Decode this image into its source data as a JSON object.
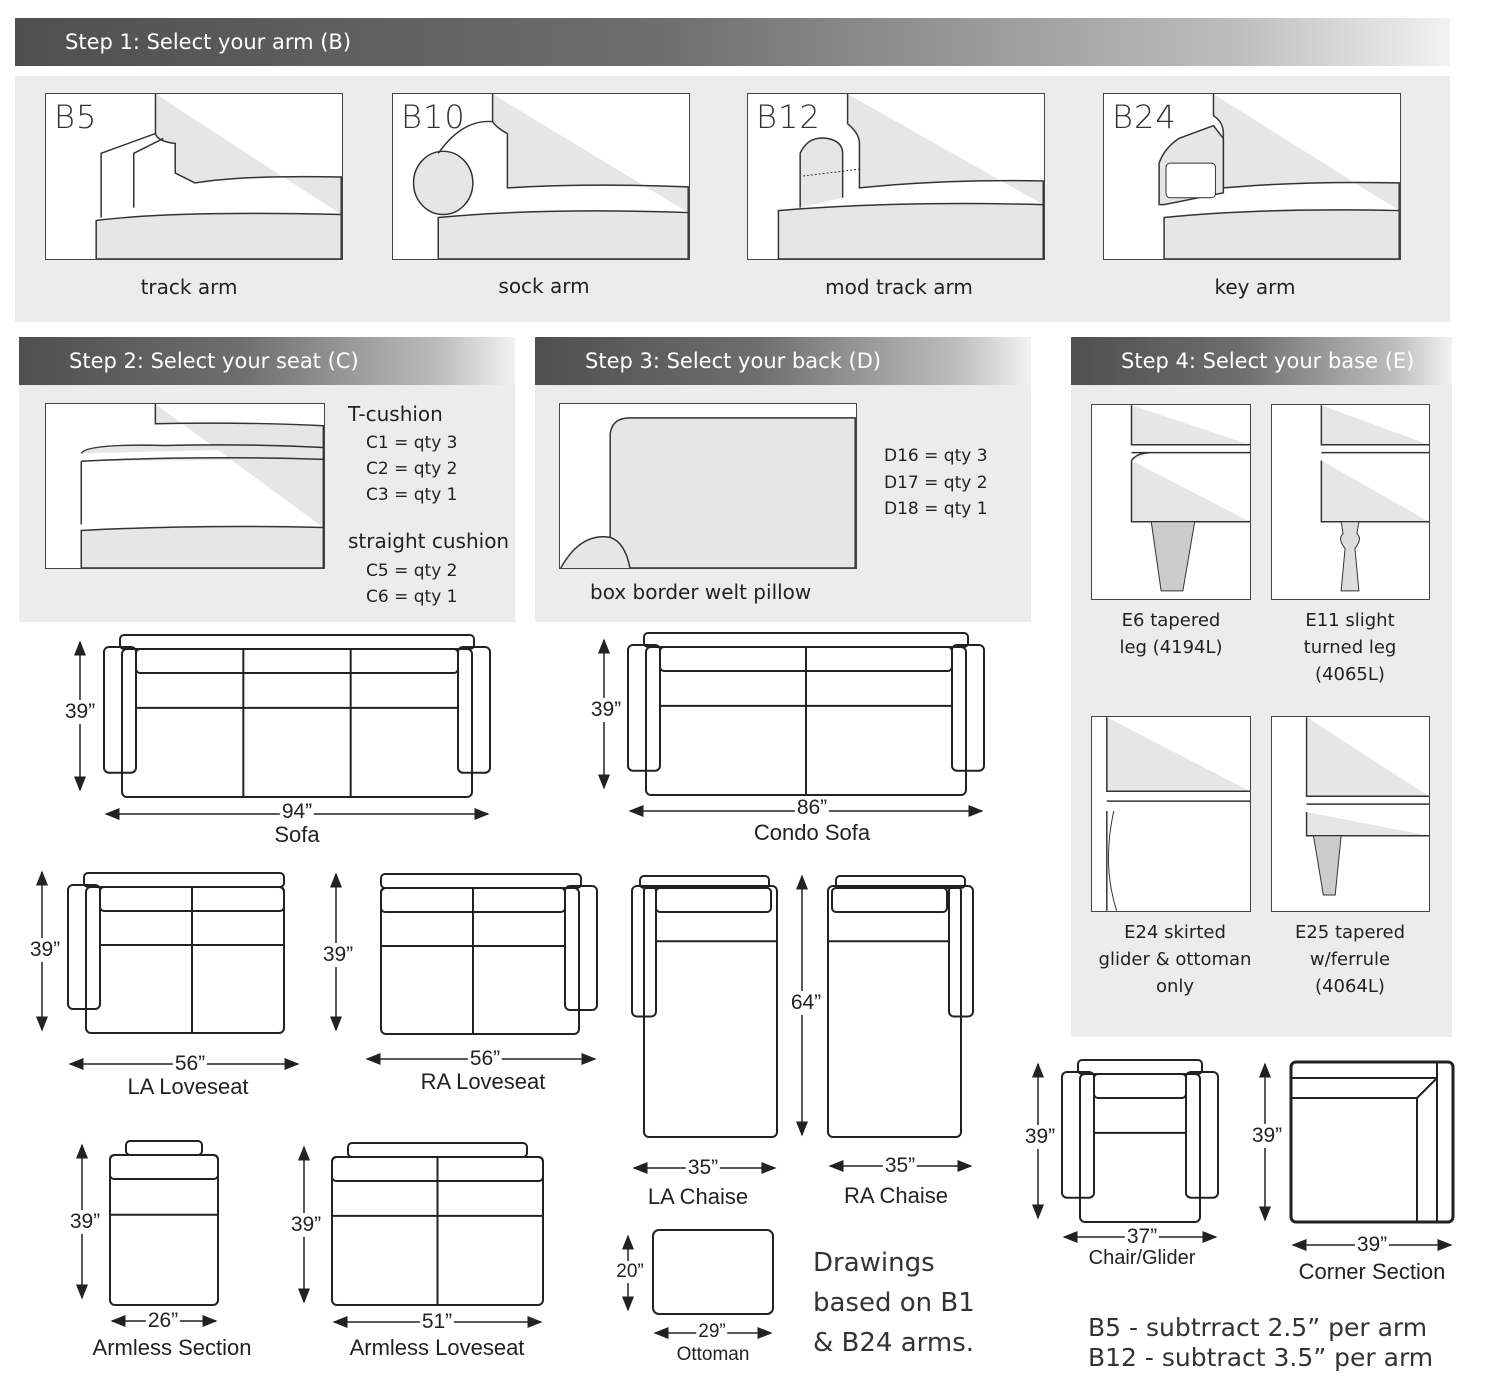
{
  "step1": {
    "title": "Step 1: Select your arm (B)",
    "arms": [
      {
        "code": "B5",
        "label": "track arm"
      },
      {
        "code": "B10",
        "label": "sock arm"
      },
      {
        "code": "B12",
        "label": "mod track arm"
      },
      {
        "code": "B24",
        "label": "key arm"
      }
    ]
  },
  "step2": {
    "title": "Step 2: Select your seat (C)",
    "t_cushion": "T-cushion",
    "t_options": [
      "C1 = qty 3",
      "C2 = qty 2",
      "C3 = qty 1"
    ],
    "straight_cushion": "straight cushion",
    "straight_options": [
      "C5 = qty 2",
      "C6 = qty 1"
    ]
  },
  "step3": {
    "title": "Step 3: Select your back (D)",
    "options": [
      "D16 = qty 3",
      "D17 = qty 2",
      "D18 = qty 1"
    ],
    "label": "box border welt pillow"
  },
  "step4": {
    "title": "Step 4: Select your base (E)",
    "bases": [
      {
        "line1": "E6  tapered",
        "line2": "leg (4194L)",
        "line3": ""
      },
      {
        "line1": "E11  slight",
        "line2": "turned leg",
        "line3": "(4065L)"
      },
      {
        "line1": "E24  skirted",
        "line2": "glider & ottoman",
        "line3": "only"
      },
      {
        "line1": "E25  tapered",
        "line2": "w/ferrule",
        "line3": "(4064L)"
      }
    ]
  },
  "plans": {
    "sofa": {
      "name": "Sofa",
      "depth": "39”",
      "width": "94”"
    },
    "condo_sofa": {
      "name": "Condo Sofa",
      "depth": "39”",
      "width": "86”"
    },
    "la_loveseat": {
      "name": "LA Loveseat",
      "depth": "39”",
      "width": "56”"
    },
    "ra_loveseat": {
      "name": "RA Loveseat",
      "depth": "39”",
      "width": "56”"
    },
    "la_chaise": {
      "name": "LA Chaise",
      "width": "35”"
    },
    "ra_chaise": {
      "name": "RA Chaise",
      "width": "35”"
    },
    "chaise_depth": "64”",
    "armless_section": {
      "name": "Armless Section",
      "depth": "39”",
      "width": "26”"
    },
    "armless_loveseat": {
      "name": "Armless Loveseat",
      "depth": "39”",
      "width": "51”"
    },
    "ottoman": {
      "name": "Ottoman",
      "depth": "20”",
      "width": "29”"
    },
    "chair": {
      "name": "Chair/Glider",
      "depth": "39”",
      "width": "37”"
    },
    "corner": {
      "name": "Corner Section",
      "depth": "39”",
      "width": "39”"
    }
  },
  "notes": {
    "drawings": [
      "Drawings",
      "based on B1",
      "& B24 arms."
    ],
    "b5": "B5 - subtrract 2.5” per arm",
    "b12": "B12 - subtract 3.5” per arm"
  }
}
